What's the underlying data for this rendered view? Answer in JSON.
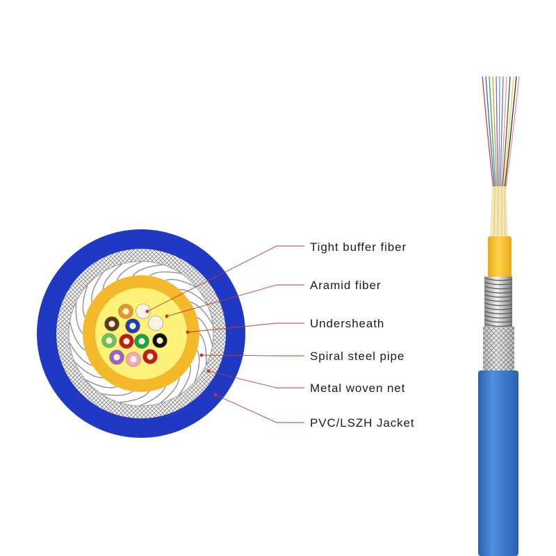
{
  "labels": [
    {
      "text": "Tight buffer fiber"
    },
    {
      "text": "Aramid fiber"
    },
    {
      "text": "Undersheath"
    },
    {
      "text": "Spiral steel pipe"
    },
    {
      "text": "Metal woven net"
    },
    {
      "text": "PVC/LSZH Jacket"
    }
  ],
  "colors": {
    "jacket": "#1f39c4",
    "jacket_side": "#3f7fd0",
    "aramid": "#f3b92b",
    "core": "#fff27a",
    "steel": "#cfcfcf",
    "leader_line": "#c0392b",
    "fibers": [
      "#e0982a",
      "#f2f2f2",
      "#5b3a1e",
      "#1f3db4",
      "#f2f2f2",
      "#66c25a",
      "#c41a1a",
      "#18a34a",
      "#111111",
      "#a15dc9",
      "#f2a6c4",
      "#c41a1a"
    ]
  }
}
